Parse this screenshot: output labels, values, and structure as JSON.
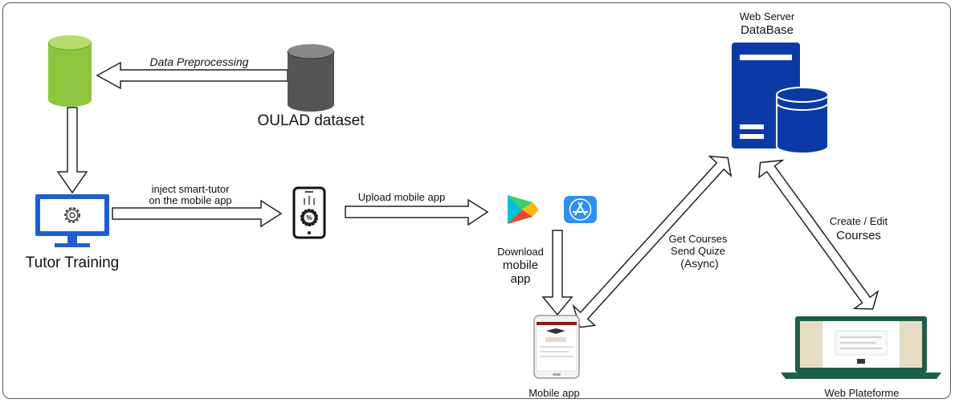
{
  "labels": {
    "data_preprocessing": "Data Preprocessing",
    "oulad_dataset": "OULAD dataset",
    "inject_line1": "inject smart-tutor",
    "inject_line2": "on the mobile app",
    "tutor_training": "Tutor Training",
    "upload_mobile_app": "Upload mobile app",
    "download_line1": "Download",
    "download_line2": "mobile",
    "download_line3": "app",
    "get_courses": "Get Courses",
    "send_quize": "Send Quize",
    "async": "(Async)",
    "web_server": "Web Server",
    "database": "DataBase",
    "create_edit": "Create / Edit",
    "courses": "Courses",
    "mobile_app": "Mobile app",
    "web_plateforme": "Web Plateforme"
  },
  "icons": {
    "phone_badge": "%"
  },
  "colors": {
    "processed_db": "#8cc63f",
    "raw_db": "#555555",
    "monitor": "#1d5fcf",
    "server": "#0b3aa6",
    "laptop": "#1f5d47",
    "arrow_stroke": "#222222"
  }
}
